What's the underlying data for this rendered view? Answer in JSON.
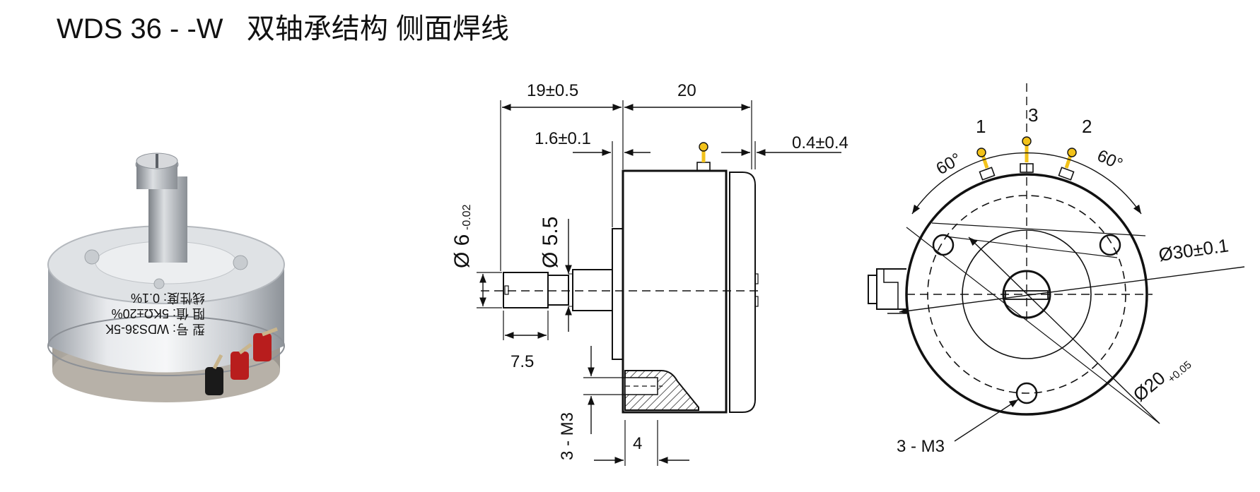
{
  "title": "WDS 36 - -W   双轴承结构 侧面焊线",
  "photo_label": {
    "line1": "型  号:  WDS36-5K",
    "line2": "阻  值:  5KΩ±20%",
    "line3": "线性度:  0.1%"
  },
  "side_view": {
    "dim_overall_shaft": "19±0.5",
    "dim_body": "20",
    "dim_flange": "1.6±0.1",
    "dim_gap": "0.4±0.4",
    "dim_shaft_dia": "Ø 6",
    "dim_shaft_tol": "-0.02",
    "dim_step_dia": "Ø 5.5",
    "dim_shaft_len": "7.5",
    "dim_thread": "3 - M3",
    "dim_depth": "4"
  },
  "front_view": {
    "pin1": "1",
    "pin2": "2",
    "pin3": "3",
    "angle_left": "60°",
    "angle_right": "60°",
    "dim_outer": "Ø30±0.1",
    "dim_inner": "Ø20",
    "dim_inner_tol": "+0.05",
    "dim_holes": "3 - M3"
  },
  "colors": {
    "terminal": "#f2c21a",
    "line": "#111111"
  }
}
